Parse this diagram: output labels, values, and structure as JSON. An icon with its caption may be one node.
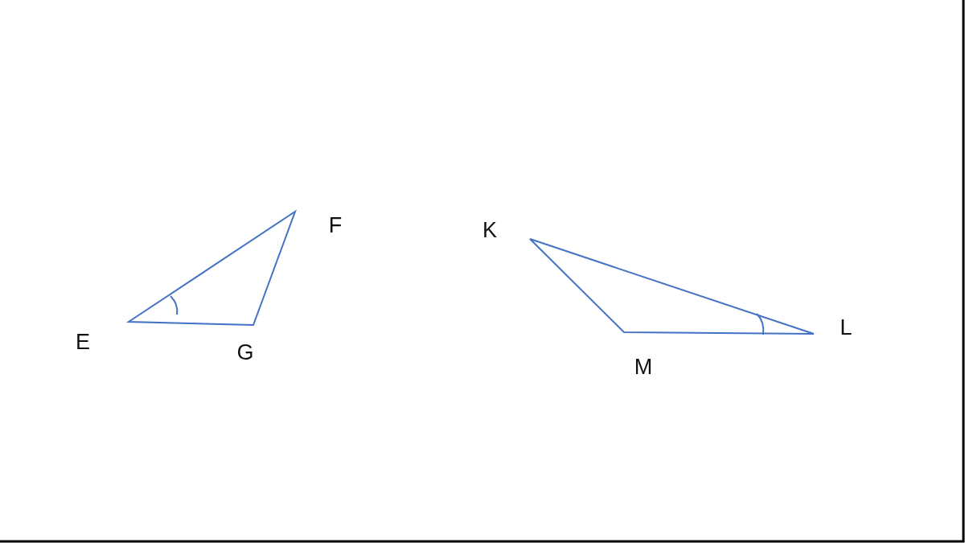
{
  "diagram": {
    "labels": [
      "F",
      "K",
      "E",
      "G",
      "L",
      "M"
    ]
  }
}
